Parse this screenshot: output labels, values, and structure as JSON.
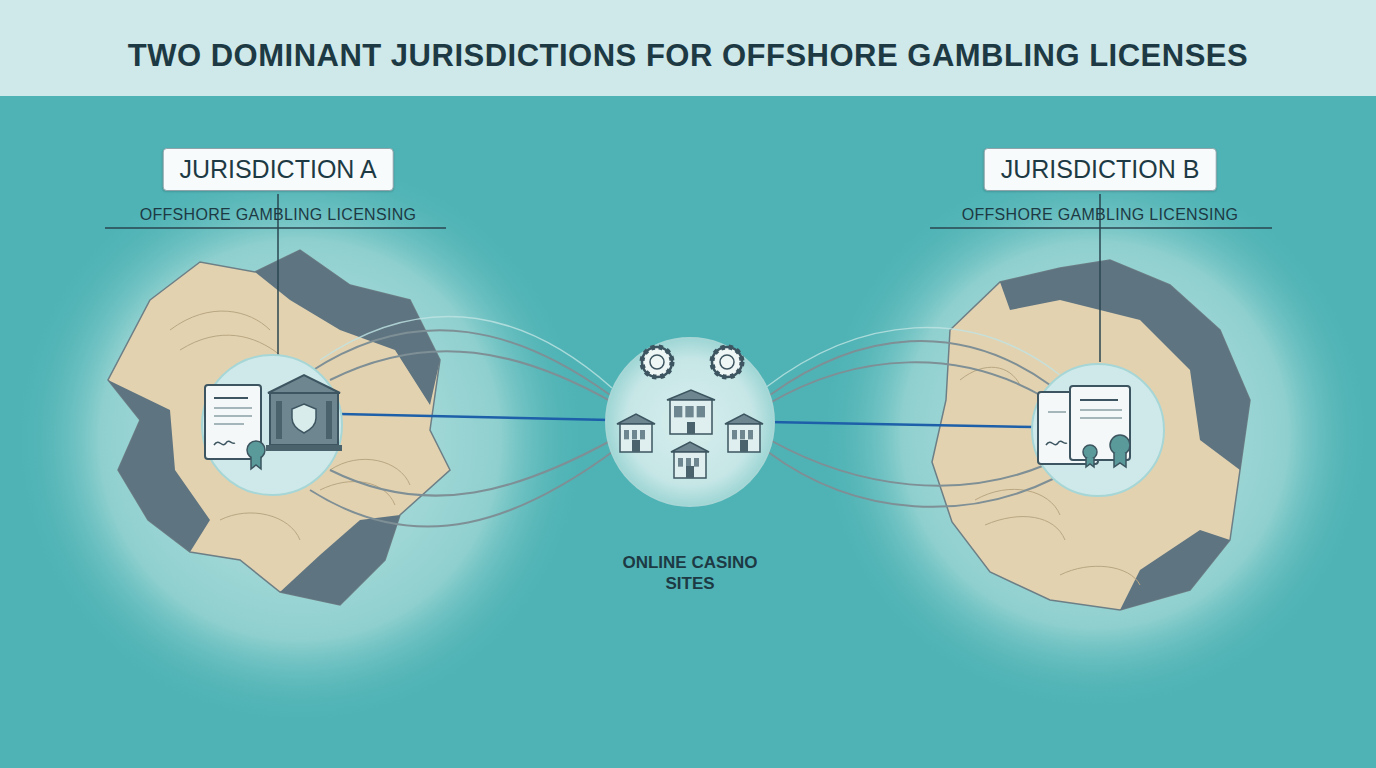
{
  "diagram": {
    "title": "TWO DOMINANT JURISDICTIONS FOR OFFSHORE GAMBLING LICENSES",
    "nodes": [
      {
        "text": [
          "JURISDICTION A",
          "OFFSHORE GAMBLING LICENSING"
        ]
      },
      {
        "text": [
          "ONLINE CASINO SITES"
        ]
      },
      {
        "text": [
          "JURISDICTION B",
          "OFFSHORE GAMBLING LICENSING"
        ]
      }
    ]
  }
}
